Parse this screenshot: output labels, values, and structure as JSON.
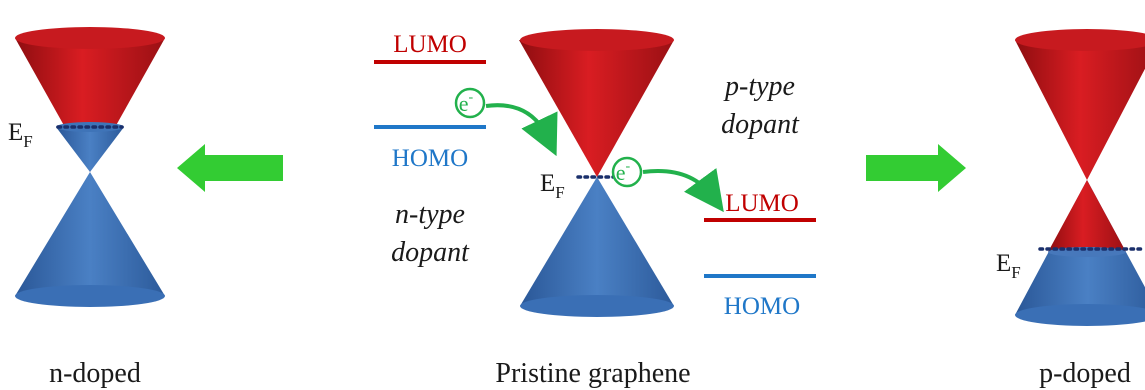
{
  "colors": {
    "conduction_band": "#c0161b",
    "valence_band": "#3a6fb5",
    "lumo_line": "#c00000",
    "homo_line": "#1f77c8",
    "electron": "#22b14c",
    "arrow": "#33cc33",
    "fermi_dots": "#1a2f6b",
    "text": "#1a1a1a"
  },
  "panels": {
    "left_caption": "n-doped",
    "center_caption": "Pristine graphene",
    "right_caption": "p-doped"
  },
  "fermi": {
    "symbol": "E",
    "subscript": "F"
  },
  "n_side": {
    "lumo": "LUMO",
    "homo": "HOMO",
    "dopant_line1": "n-type",
    "dopant_line2": "dopant"
  },
  "p_side": {
    "lumo": "LUMO",
    "homo": "HOMO",
    "dopant_line1": "p-type",
    "dopant_line2": "dopant"
  },
  "electron": {
    "symbol": "e",
    "charge": "-"
  },
  "icons": {
    "shift_arrow_left": "arrow-left-icon",
    "shift_arrow_right": "arrow-right-icon",
    "electron_transfer": "curved-arrow-icon"
  }
}
